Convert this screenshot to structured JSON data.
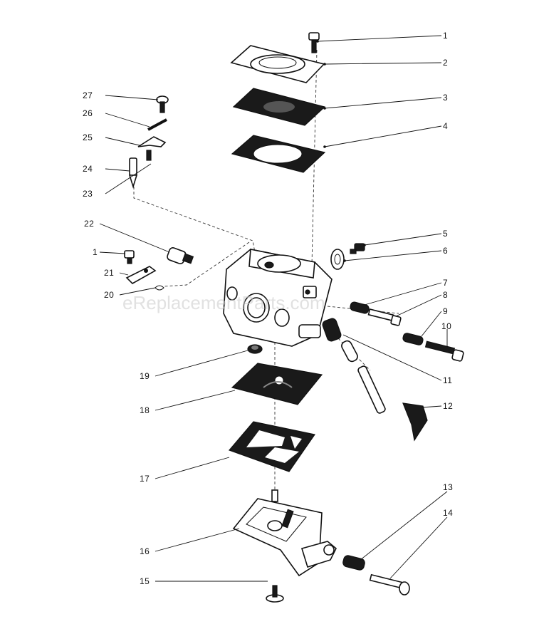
{
  "watermark": "eReplacementParts.com",
  "callouts": [
    {
      "id": "c1",
      "label": "1"
    },
    {
      "id": "c2",
      "label": "2"
    },
    {
      "id": "c3",
      "label": "3"
    },
    {
      "id": "c4",
      "label": "4"
    },
    {
      "id": "c5",
      "label": "5"
    },
    {
      "id": "c6",
      "label": "6"
    },
    {
      "id": "c7",
      "label": "7"
    },
    {
      "id": "c8",
      "label": "8"
    },
    {
      "id": "c9",
      "label": "9"
    },
    {
      "id": "c10",
      "label": "10"
    },
    {
      "id": "c11",
      "label": "11"
    },
    {
      "id": "c12",
      "label": "12"
    },
    {
      "id": "c13",
      "label": "13"
    },
    {
      "id": "c14",
      "label": "14"
    },
    {
      "id": "c15",
      "label": "15"
    },
    {
      "id": "c16",
      "label": "16"
    },
    {
      "id": "c17",
      "label": "17"
    },
    {
      "id": "c18",
      "label": "18"
    },
    {
      "id": "c19",
      "label": "19"
    },
    {
      "id": "c20",
      "label": "20"
    },
    {
      "id": "c21",
      "label": "21"
    },
    {
      "id": "c22",
      "label": "22"
    },
    {
      "id": "c23",
      "label": "23"
    },
    {
      "id": "c24",
      "label": "24"
    },
    {
      "id": "c25",
      "label": "25"
    },
    {
      "id": "c26",
      "label": "26"
    },
    {
      "id": "c27",
      "label": "27"
    },
    {
      "id": "c1b",
      "label": "1"
    }
  ]
}
